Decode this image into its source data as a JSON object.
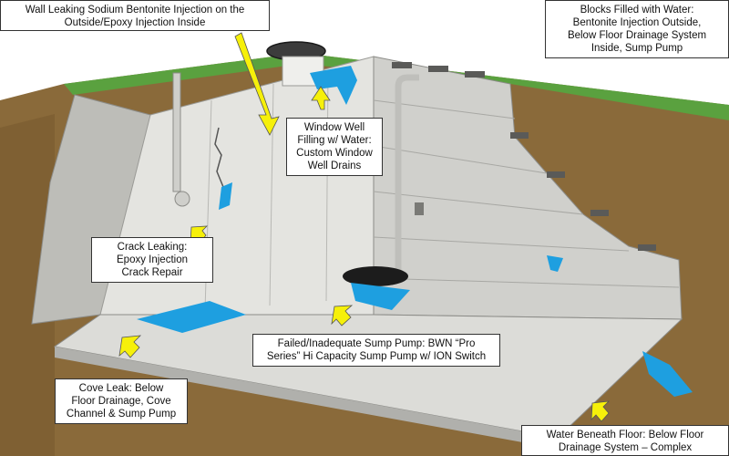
{
  "colors": {
    "soil": "#8a6a3a",
    "grass": "#5aa13f",
    "wall": "#e4e4e0",
    "floor": "#dcdcd8",
    "water": "#1e9fe0",
    "arrow": "#f6f00a",
    "block": "#d0d0cc"
  },
  "callouts": {
    "wall_leak": {
      "lines": [
        "Wall Leaking  Sodium Bentonite Injection on the",
        "Outside/Epoxy Injection Inside"
      ]
    },
    "blocks_filled": {
      "lines": [
        "Blocks Filled with Water:",
        "Bentonite Injection Outside,",
        "Below Floor Drainage System",
        "Inside, Sump Pump"
      ]
    },
    "window_well": {
      "lines": [
        "Window Well",
        "Filling w/ Water:",
        "Custom Window",
        "Well Drains"
      ]
    },
    "crack_leak": {
      "lines": [
        "Crack Leaking:",
        "Epoxy Injection",
        "Crack Repair"
      ]
    },
    "sump_pump": {
      "lines": [
        "Failed/Inadequate Sump Pump:  BWN “Pro",
        "Series” Hi Capacity Sump Pump w/ ION Switch"
      ]
    },
    "cove_leak": {
      "lines": [
        "Cove Leak:  Below",
        "Floor Drainage, Cove",
        "Channel & Sump Pump"
      ]
    },
    "water_beneath": {
      "lines": [
        "Water Beneath Floor:  Below Floor",
        "Drainage System – Complex"
      ]
    }
  }
}
